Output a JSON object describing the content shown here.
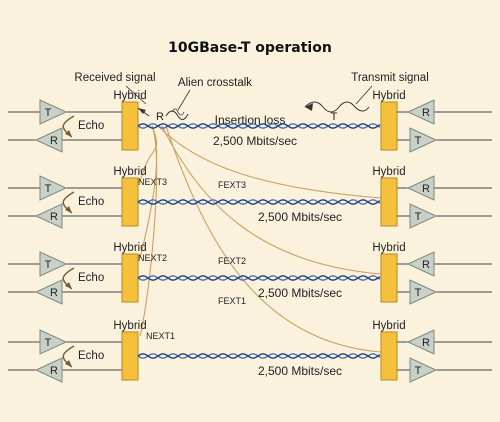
{
  "title": "10GBase-T operation",
  "labels": {
    "received_signal": "Received signal",
    "alien_crosstalk": "Alien crosstalk",
    "transmit_signal": "Transmit signal",
    "insertion_loss": "Insertion loss",
    "hybrid": "Hybrid",
    "echo": "Echo",
    "t": "T",
    "r": "R"
  },
  "rows": [
    {
      "rate": "2,500 Mbits/sec",
      "next": "",
      "fext": ""
    },
    {
      "rate": "2,500 Mbits/sec",
      "next": "NEXT3",
      "fext": "FEXT3"
    },
    {
      "rate": "2,500 Mbits/sec",
      "next": "NEXT2",
      "fext": "FEXT2"
    },
    {
      "rate": "2,500 Mbits/sec",
      "next": "NEXT1",
      "fext": "FEXT1"
    }
  ],
  "colors": {
    "background": "#fbf2de",
    "hybrid_box": "#f5c13d",
    "amplifier": "#c8d0c8",
    "twisted_pair": "#4a6fb2",
    "crosstalk_curve": "#c9a263",
    "wire": "#444444"
  }
}
